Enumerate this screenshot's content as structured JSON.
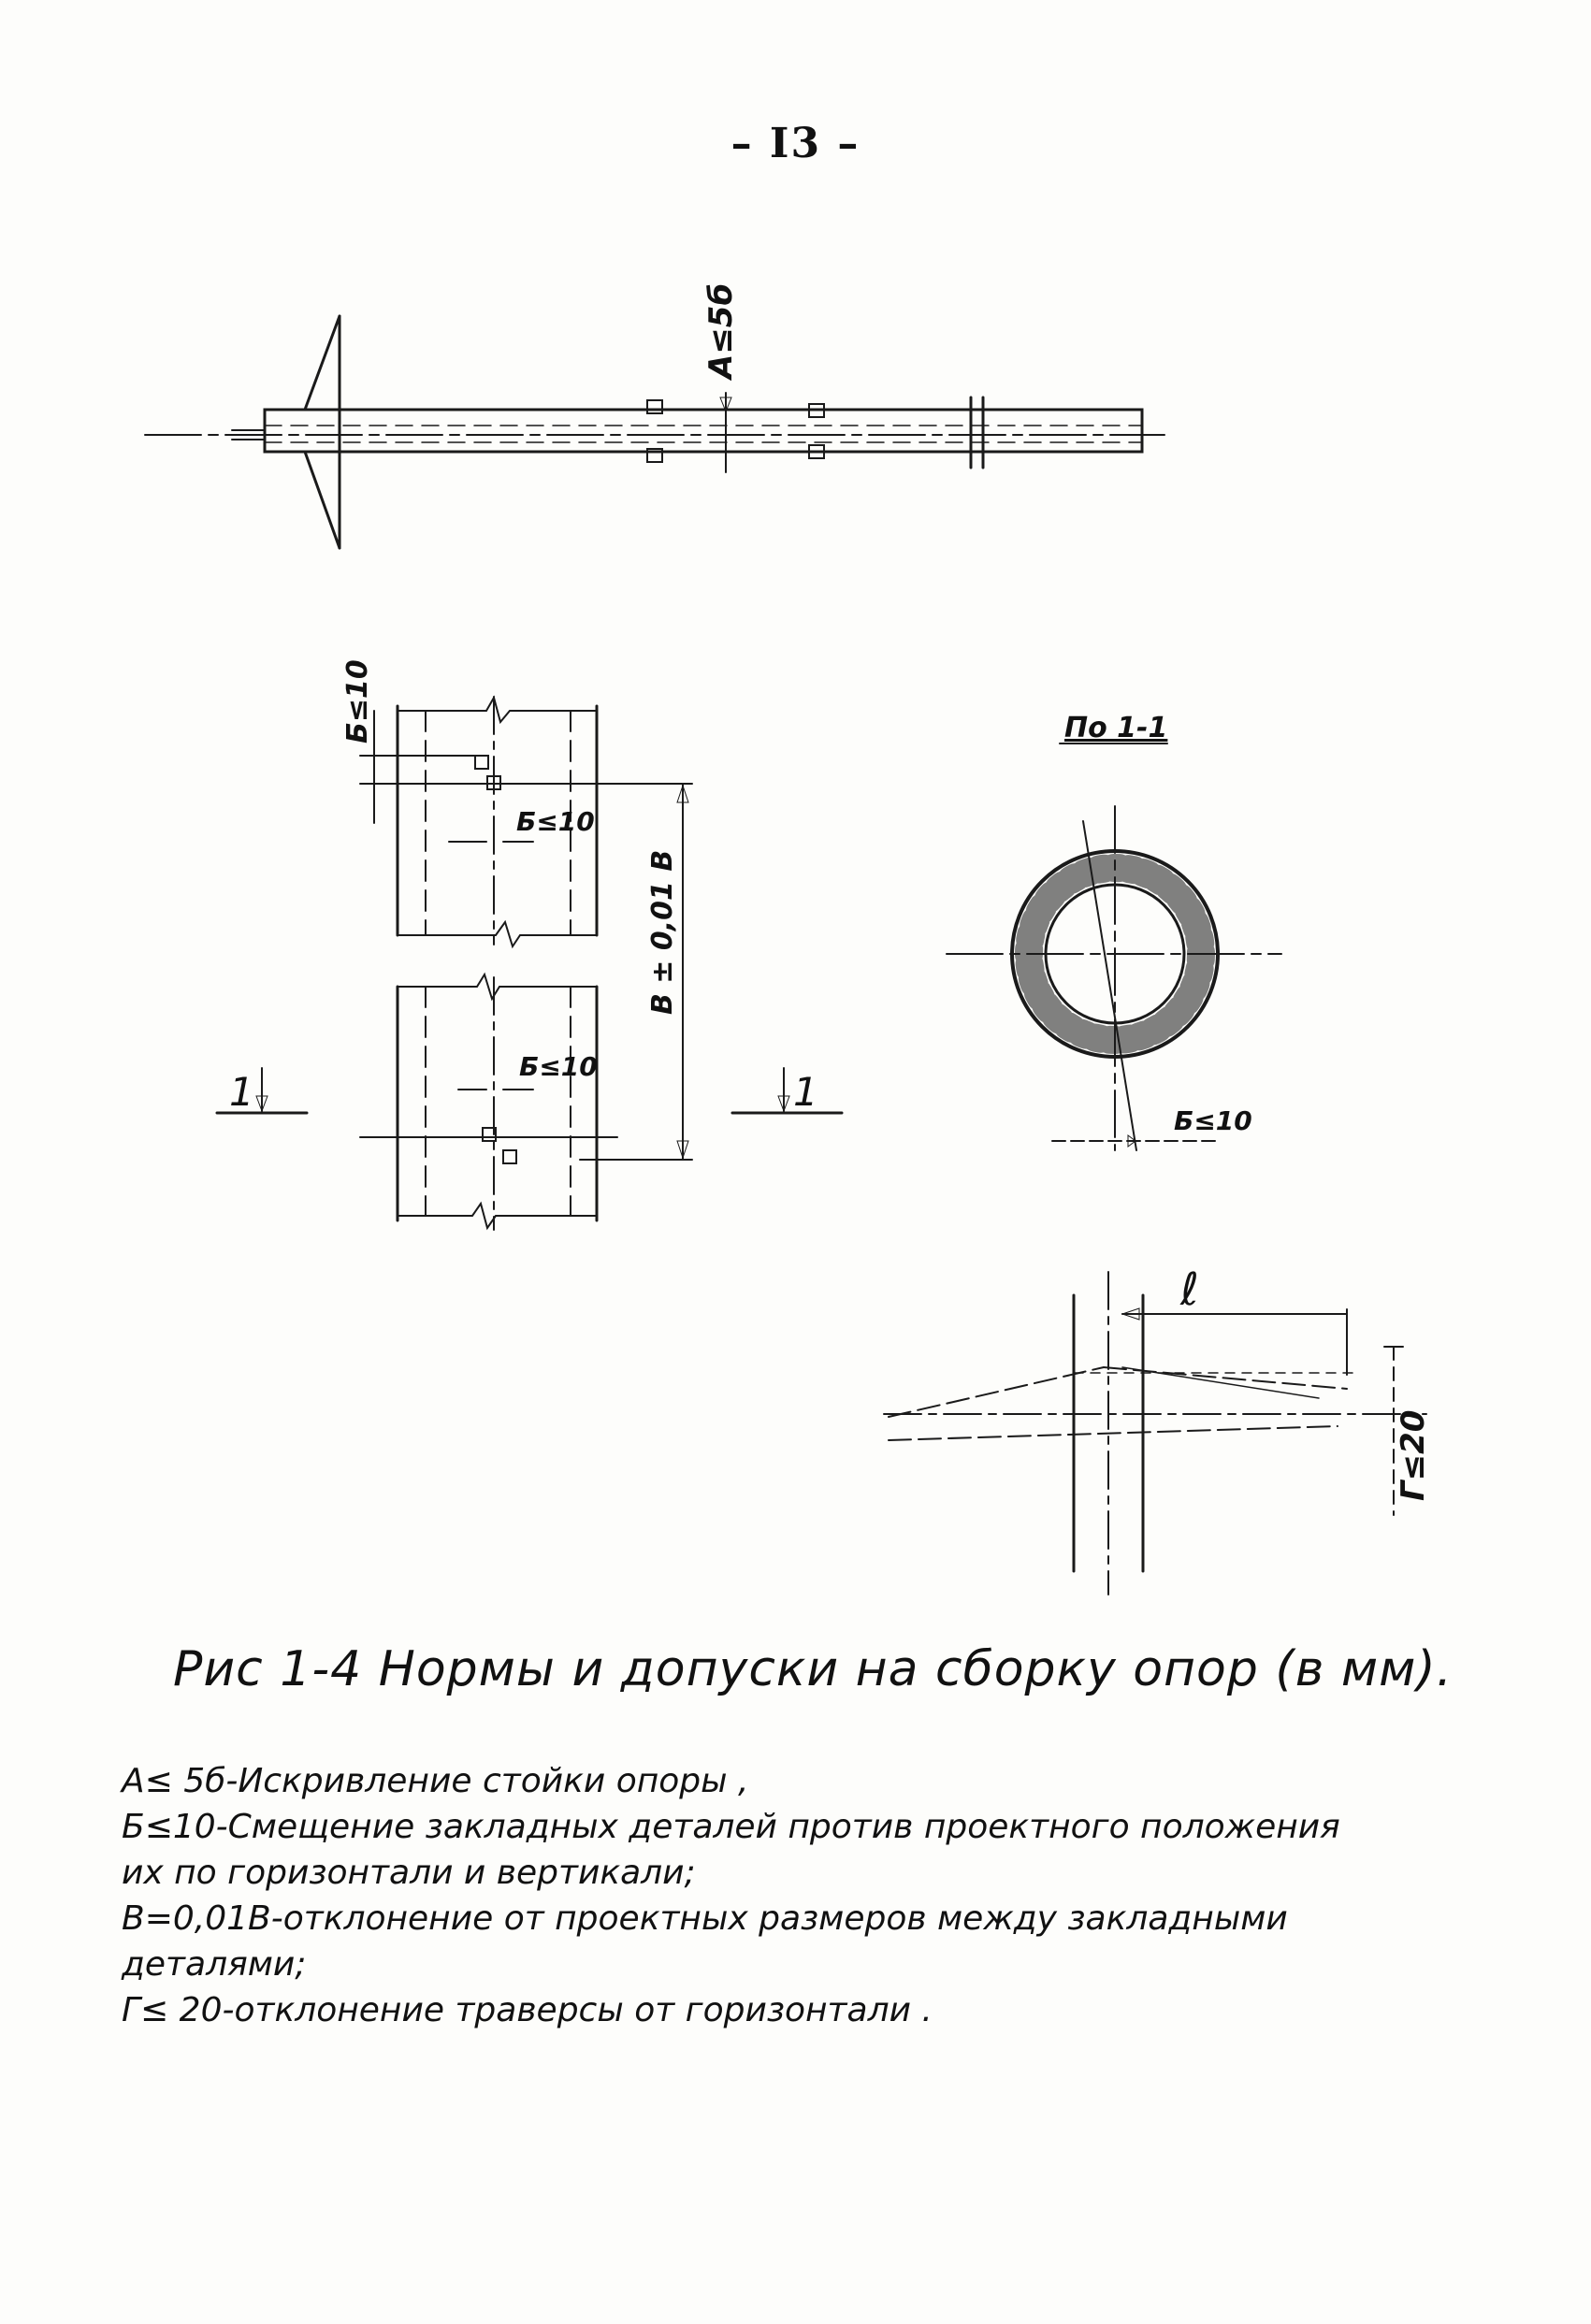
{
  "page_number": "– I3 –",
  "figure": {
    "a_label": "A≤5б",
    "b_top_label": "Б≤10",
    "b_mid_label": "Б≤10",
    "b_low_label": "Б≤10",
    "v_label": "В ± 0,01 В",
    "section_label": "По 1-1",
    "section_b_label": "Б≤10",
    "cut_left": "1",
    "cut_right": "1",
    "l_label": "ℓ",
    "g_label": "Г≤20"
  },
  "caption": "Рис 1-4 Нормы и допуски на сборку опор (в мм).",
  "notes": [
    "A≤ 5б-Искривление стойки опоры ,",
    "Б≤10-Смещение закладных деталей против проектного положения",
    "их по горизонтали и вертикали;",
    "В=0,01В-отклонение от проектных размеров между закладными",
    "деталями;",
    "Г≤ 20-отклонение траверсы от горизонтали ."
  ]
}
